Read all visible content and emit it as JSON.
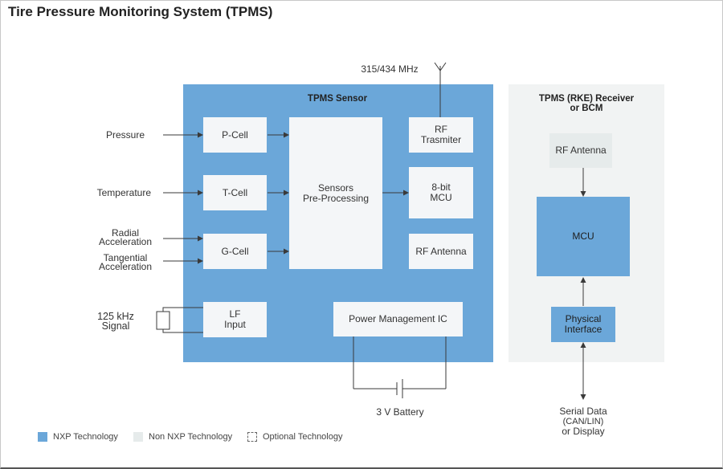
{
  "title": "Tire Pressure Monitoring System (TPMS)",
  "sensor": {
    "heading": "TPMS Sensor",
    "frequency": "315/434 MHz",
    "blocks": {
      "pcell": "P-Cell",
      "tcell": "T-Cell",
      "gcell": "G-Cell",
      "lf_input": [
        "LF",
        "Input"
      ],
      "preprocessing": [
        "Sensors",
        "Pre-Processing"
      ],
      "rf_transmitter": [
        "RF",
        "Trasmiter"
      ],
      "mcu": [
        "8-bit",
        "MCU"
      ],
      "rf_antenna": "RF Antenna",
      "power_management": "Power Management IC"
    },
    "inputs": {
      "pressure": "Pressure",
      "temperature": "Temperature",
      "radial": [
        "Radial",
        "Acceleration"
      ],
      "tangential": [
        "Tangential",
        "Acceleration"
      ],
      "signal": [
        "125 kHz",
        "Signal"
      ]
    },
    "battery": "3 V Battery"
  },
  "receiver": {
    "heading": [
      "TPMS (RKE) Receiver",
      "or BCM"
    ],
    "rf_antenna": "RF Antenna",
    "mcu": "MCU",
    "physical_interface": [
      "Physical",
      "Interface"
    ],
    "serial_data": [
      "Serial Data",
      "(CAN/LIN)",
      "or Display"
    ]
  },
  "legend": [
    {
      "label": "NXP Technology",
      "color": "#6ba7d9"
    },
    {
      "label": "Non NXP Technology",
      "color": "#e6ebeb"
    },
    {
      "label": "Optional Technology",
      "color": "dashed"
    }
  ]
}
